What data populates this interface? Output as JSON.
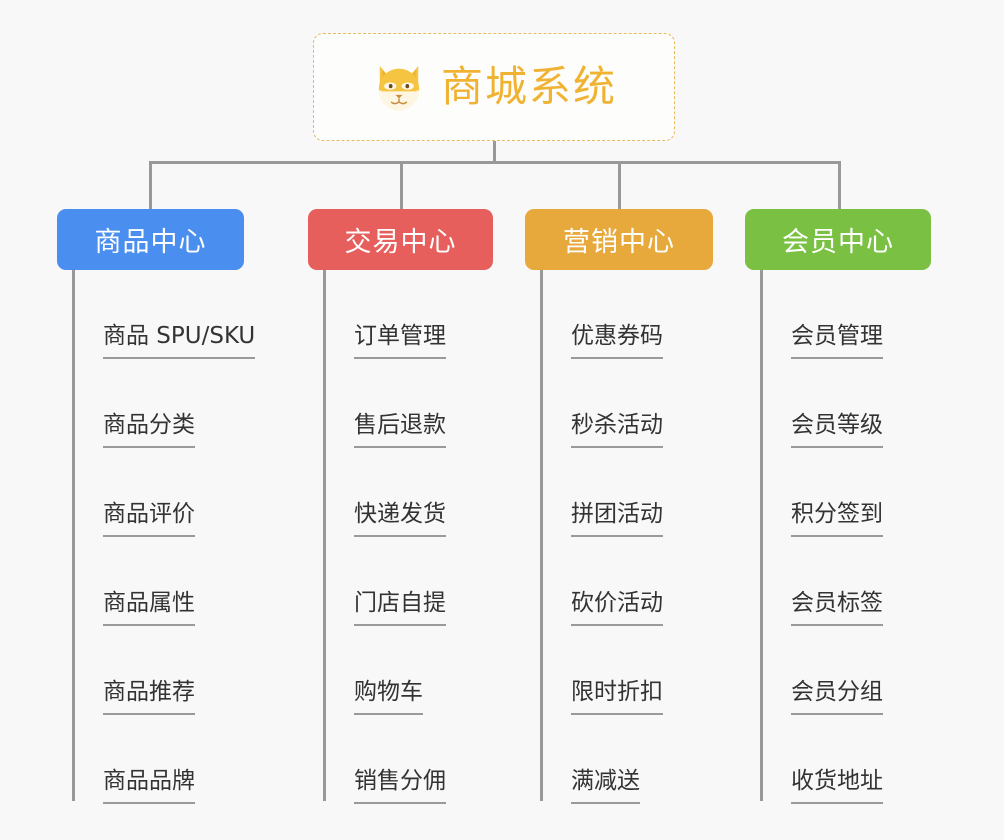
{
  "page": {
    "background_color": "#f8f8f8",
    "line_color": "#999999"
  },
  "root": {
    "title": "商城系统",
    "icon": "shiba-inu-dog-face-emoji",
    "text_color": "#f0b232",
    "border_color": "#e8b960",
    "background_color": "#fdfdfc"
  },
  "columns": [
    {
      "header": "商品中心",
      "color": "#4a8ef0",
      "items": [
        "商品 SPU/SKU",
        "商品分类",
        "商品评价",
        "商品属性",
        "商品推荐",
        "商品品牌"
      ]
    },
    {
      "header": "交易中心",
      "color": "#e65f5c",
      "items": [
        "订单管理",
        "售后退款",
        "快递发货",
        "门店自提",
        "购物车",
        "销售分佣"
      ]
    },
    {
      "header": "营销中心",
      "color": "#e8a93c",
      "items": [
        "优惠券码",
        "秒杀活动",
        "拼团活动",
        "砍价活动",
        "限时折扣",
        "满减送"
      ]
    },
    {
      "header": "会员中心",
      "color": "#7ac143",
      "items": [
        "会员管理",
        "会员等级",
        "积分签到",
        "会员标签",
        "会员分组",
        "收货地址"
      ]
    }
  ]
}
